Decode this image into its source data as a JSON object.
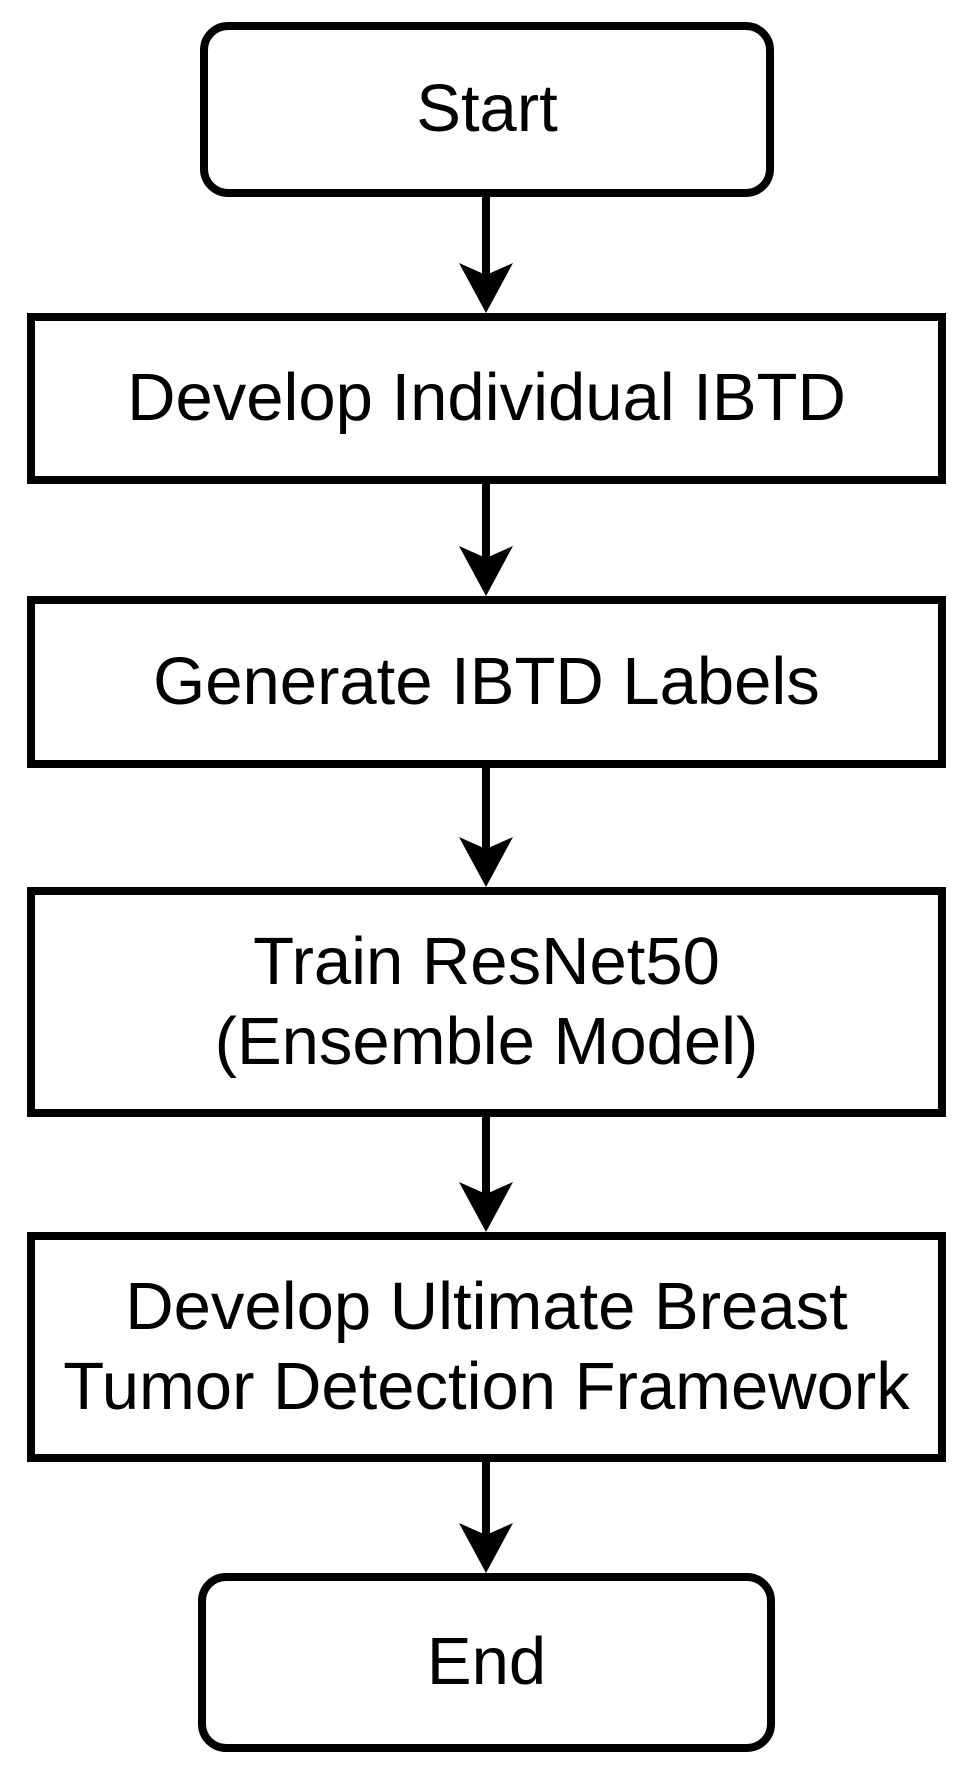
{
  "diagram": {
    "type": "flowchart",
    "direction": "top-down",
    "colors": {
      "stroke": "#000000",
      "fill": "#ffffff",
      "text": "#000000"
    },
    "nodes": [
      {
        "id": "start",
        "shape": "rounded-terminator",
        "label": "Start"
      },
      {
        "id": "develop-ibtd",
        "shape": "process-rectangle",
        "label": "Develop Individual IBTD"
      },
      {
        "id": "generate-labels",
        "shape": "process-rectangle",
        "label": "Generate IBTD Labels"
      },
      {
        "id": "train-resnet",
        "shape": "process-rectangle",
        "label": "Train ResNet50\n(Ensemble Model)"
      },
      {
        "id": "framework",
        "shape": "process-rectangle",
        "label": "Develop Ultimate Breast\nTumor Detection Framework"
      },
      {
        "id": "end",
        "shape": "rounded-terminator",
        "label": "End"
      }
    ],
    "edges": [
      {
        "from": "start",
        "to": "develop-ibtd",
        "style": "arrow-down"
      },
      {
        "from": "develop-ibtd",
        "to": "generate-labels",
        "style": "arrow-down"
      },
      {
        "from": "generate-labels",
        "to": "train-resnet",
        "style": "arrow-down"
      },
      {
        "from": "train-resnet",
        "to": "framework",
        "style": "arrow-down"
      },
      {
        "from": "framework",
        "to": "end",
        "style": "arrow-down"
      }
    ]
  }
}
